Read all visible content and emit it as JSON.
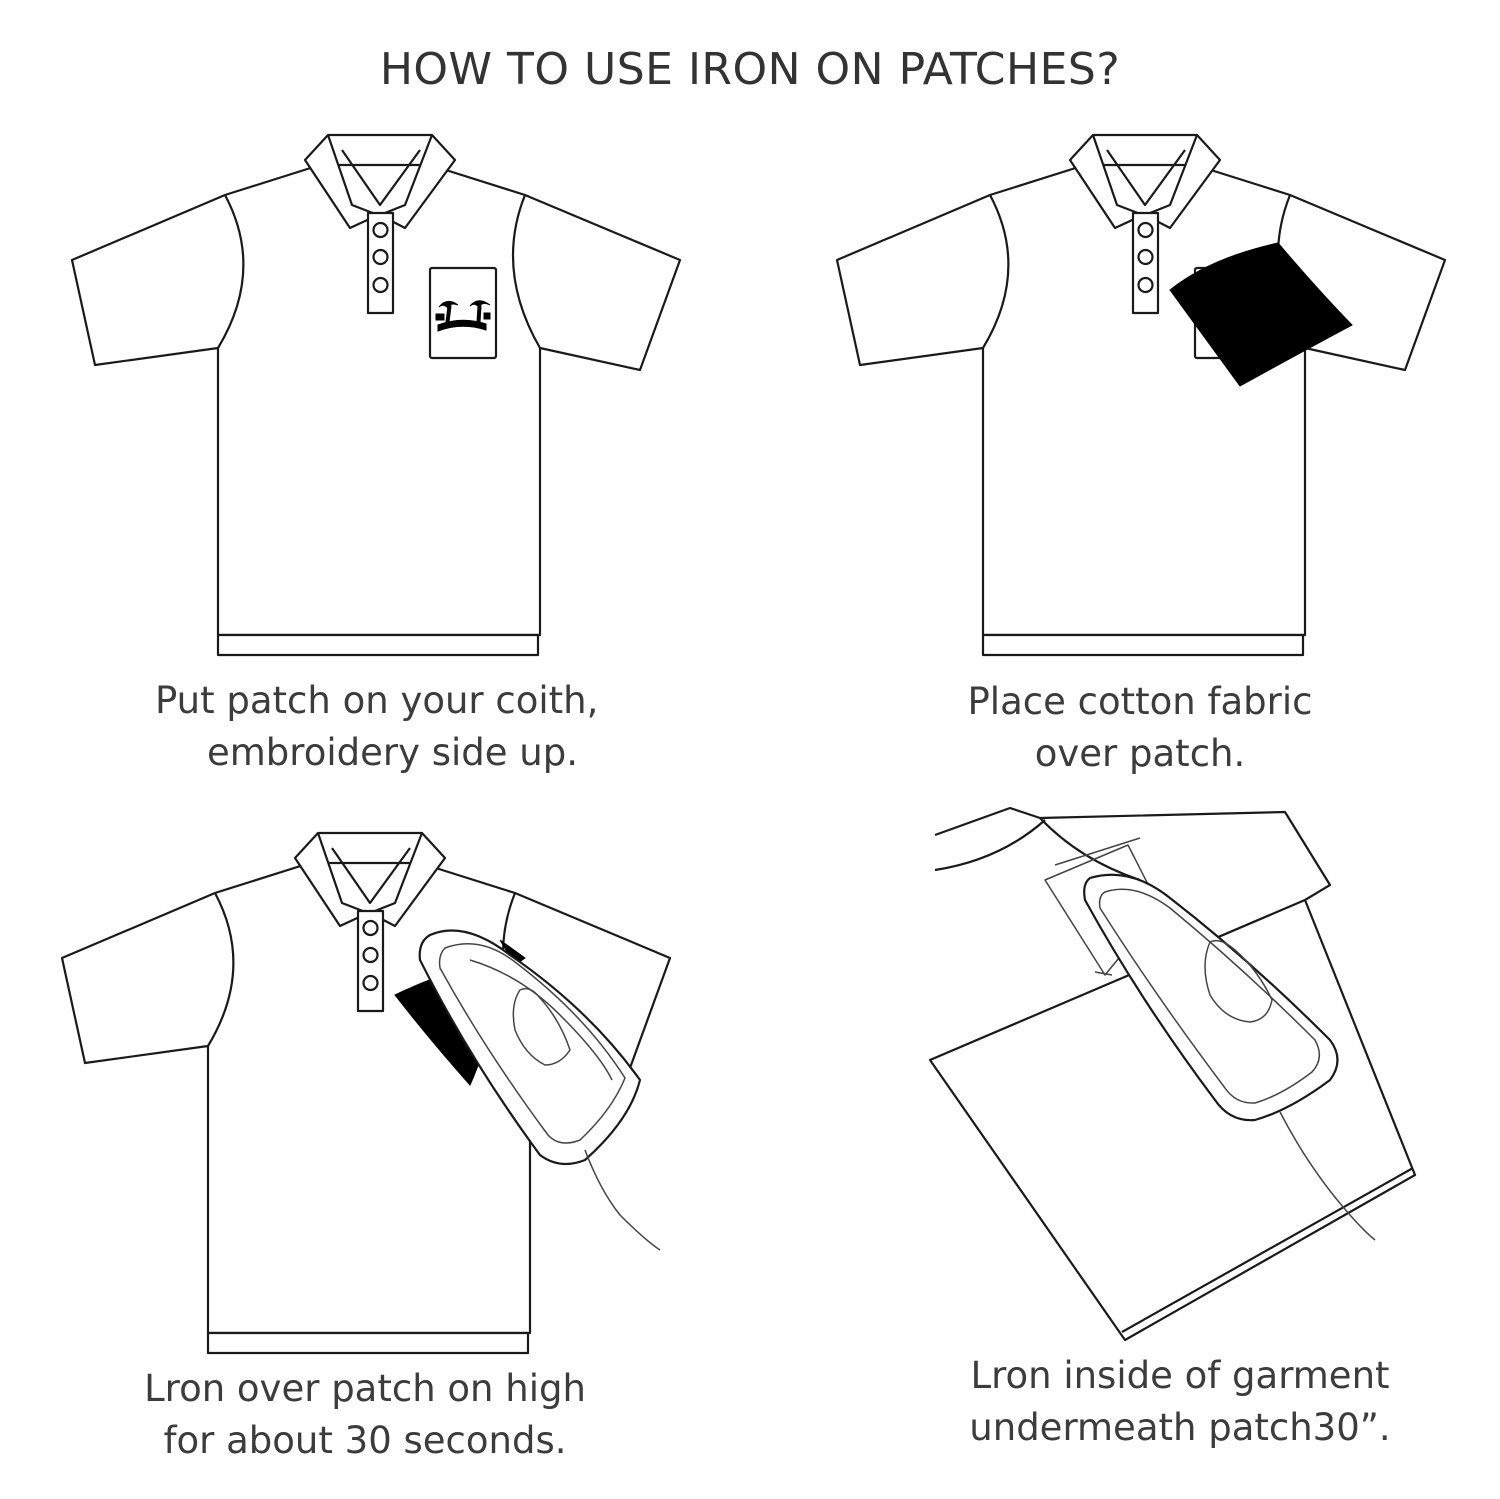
{
  "title": "HOW TO USE IRON ON PATCHES?",
  "steps": [
    {
      "line1": "Put patch on your coith,",
      "line2": "embroidery side up."
    },
    {
      "line1": "Place cotton fabric",
      "line2": "over patch."
    },
    {
      "line1": "Lron over patch on high",
      "line2": "for about 30 seconds."
    },
    {
      "line1": "Lron inside of garment",
      "line2": "undermeath patch30”."
    }
  ],
  "colors": {
    "line": "#1a1a1a",
    "patch": "#000000",
    "text": "#3c3c3c"
  },
  "icons": [
    "polo-shirt-icon",
    "patch-icon",
    "cotton-fabric-icon",
    "iron-icon"
  ]
}
